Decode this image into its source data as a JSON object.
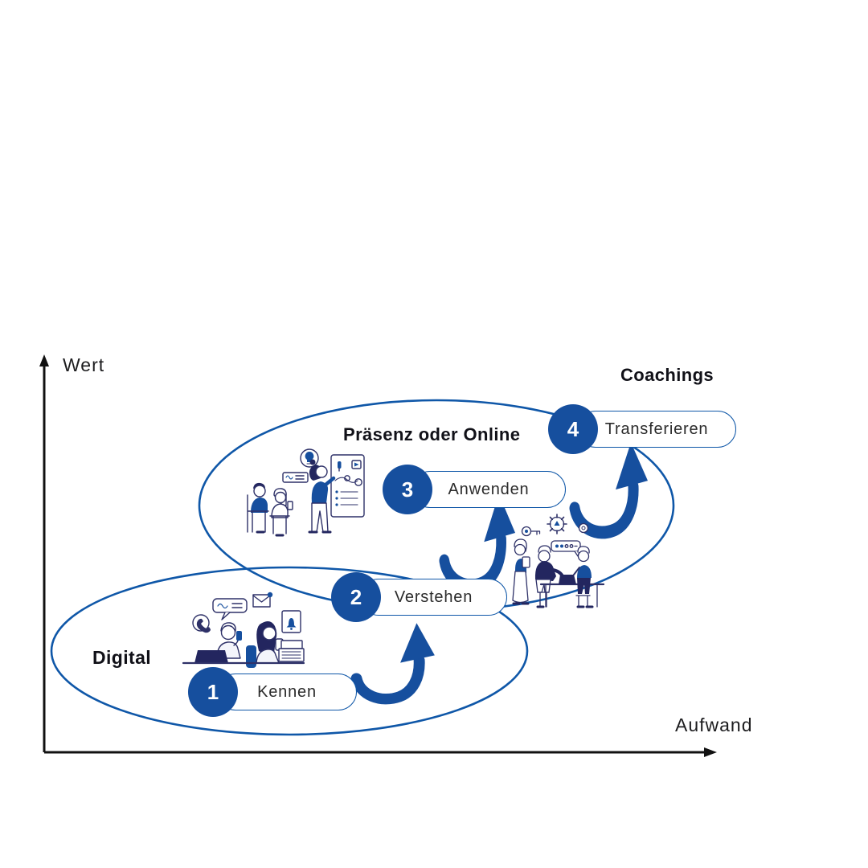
{
  "axes": {
    "y_label": "Wert",
    "x_label": "Aufwand"
  },
  "zones": {
    "digital": {
      "label": "Digital"
    },
    "praesenz": {
      "label": "Präsenz oder Online"
    },
    "coachings": {
      "label": "Coachings"
    }
  },
  "steps": [
    {
      "number": "1",
      "label": "Kennen"
    },
    {
      "number": "2",
      "label": "Verstehen"
    },
    {
      "number": "3",
      "label": "Anwenden"
    },
    {
      "number": "4",
      "label": "Transferieren"
    }
  ],
  "illustrations": {
    "digital_scene": "two people at desk with laptops, phone, chat bubble, mail and notification icons",
    "presentation_scene": "trainer presenting at flipchart to two seated participants, idea bulb icon",
    "coaching_scene": "coaching talk at a table with laptop, gear, key and chat-dots icons"
  },
  "colors": {
    "primary_blue": "#164F9E",
    "outline_blue": "#0F57A8",
    "illustration_ink": "#2E3168",
    "illustration_navy": "#23265F",
    "text_dark": "#1D1D1F"
  }
}
